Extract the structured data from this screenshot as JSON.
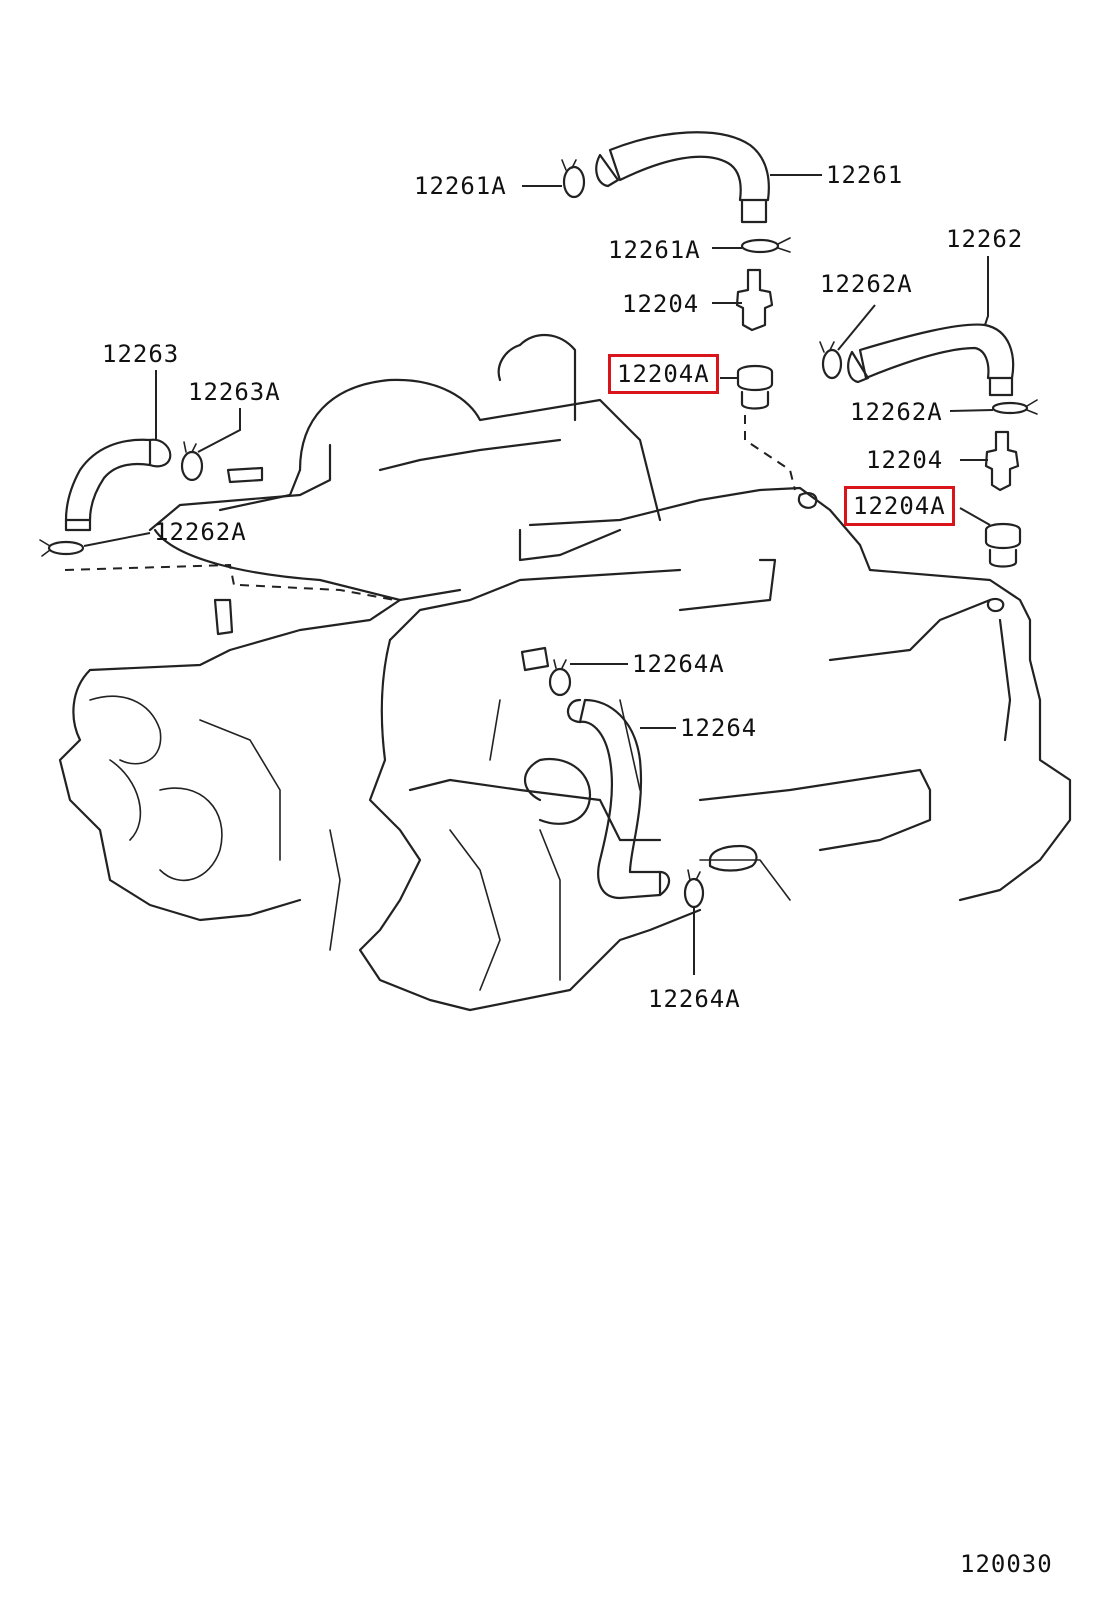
{
  "callouts": [
    {
      "id": "12261A_top",
      "text": "12261A"
    },
    {
      "id": "12261",
      "text": "12261"
    },
    {
      "id": "12261A_mid",
      "text": "12261A"
    },
    {
      "id": "12262",
      "text": "12262"
    },
    {
      "id": "12204_upper",
      "text": "12204"
    },
    {
      "id": "12262A_upper",
      "text": "12262A"
    },
    {
      "id": "12204A_upper",
      "text": "12204A",
      "highlighted": true
    },
    {
      "id": "12263",
      "text": "12263"
    },
    {
      "id": "12263A",
      "text": "12263A"
    },
    {
      "id": "12262A_mid",
      "text": "12262A"
    },
    {
      "id": "12204_lower",
      "text": "12204"
    },
    {
      "id": "12204A_lower",
      "text": "12204A",
      "highlighted": true
    },
    {
      "id": "12262A_left",
      "text": "12262A"
    },
    {
      "id": "12264A_upper",
      "text": "12264A"
    },
    {
      "id": "12264",
      "text": "12264"
    },
    {
      "id": "12264A_lower",
      "text": "12264A"
    }
  ],
  "figure_number": "120030",
  "colors": {
    "line": "#222222",
    "highlight": "#d9141b",
    "background": "#ffffff"
  }
}
